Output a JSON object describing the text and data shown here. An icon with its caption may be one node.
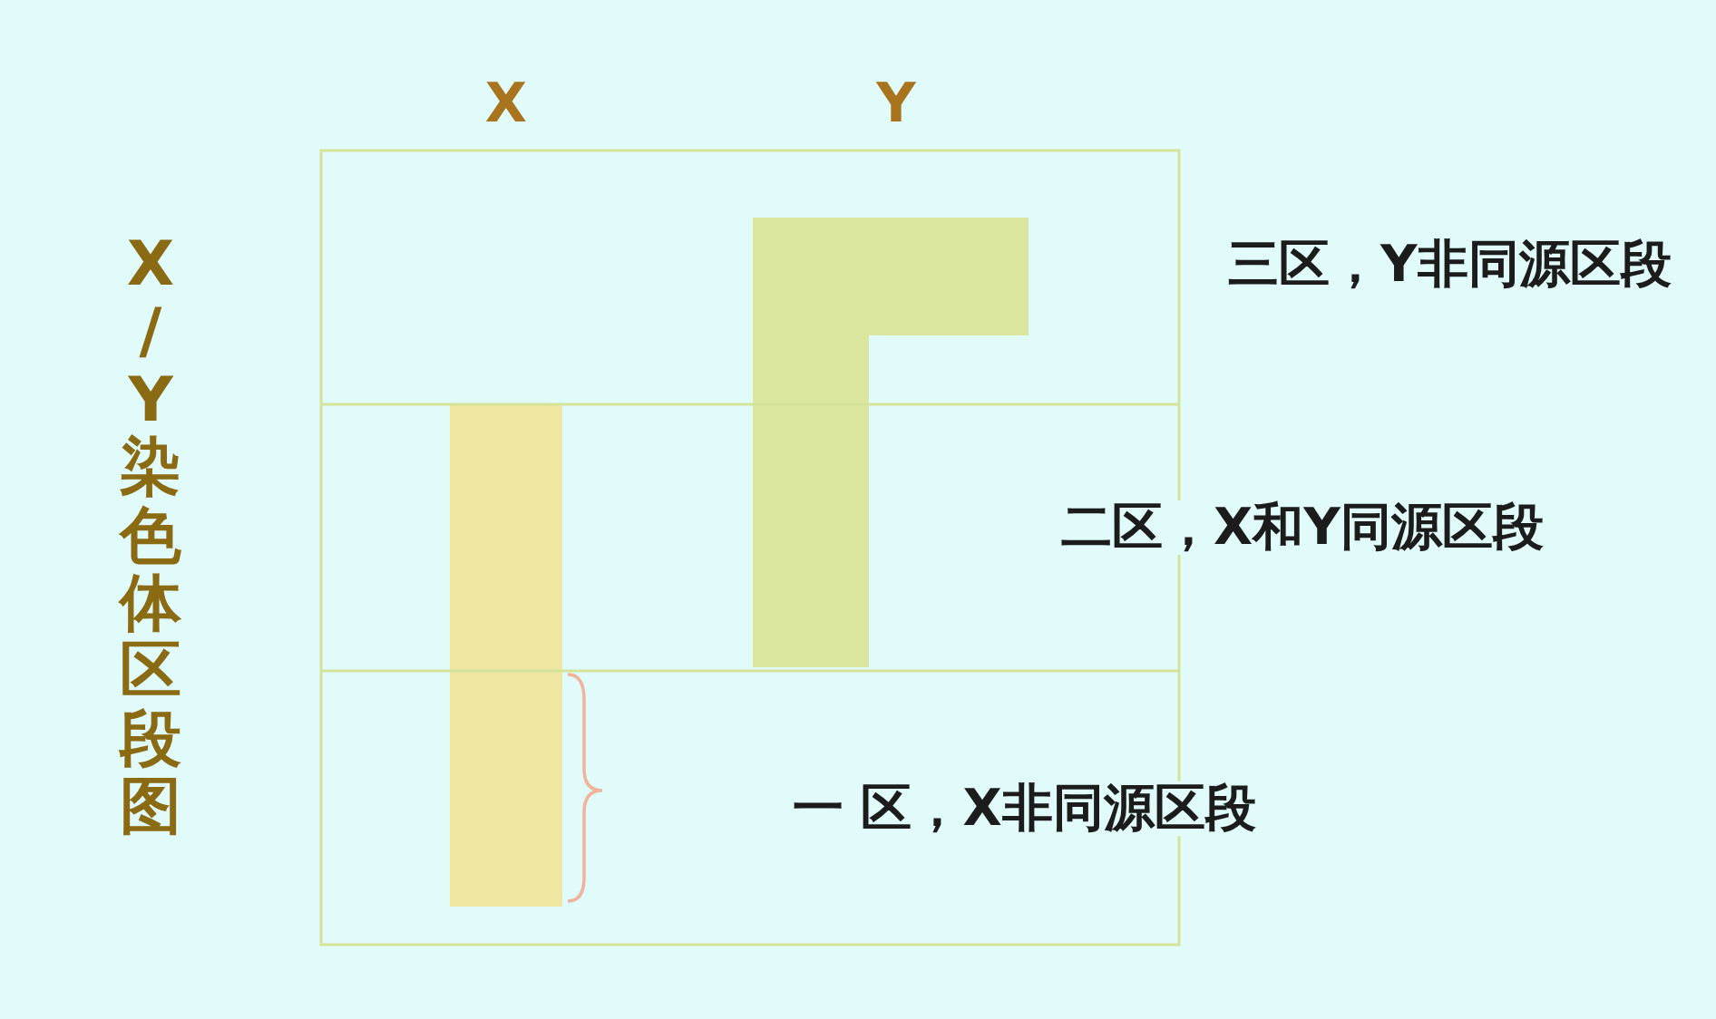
{
  "diagram": {
    "title": "X/Y染色体区段图",
    "nodes": [
      {
        "text": [],
        "shape": "bar"
      },
      {
        "text": [],
        "shape": "bar"
      }
    ],
    "labels": [
      "X",
      "Y",
      "三区，Y非同源区段",
      "二区，X和Y同源区段",
      "一 区，X非同源区段"
    ]
  }
}
